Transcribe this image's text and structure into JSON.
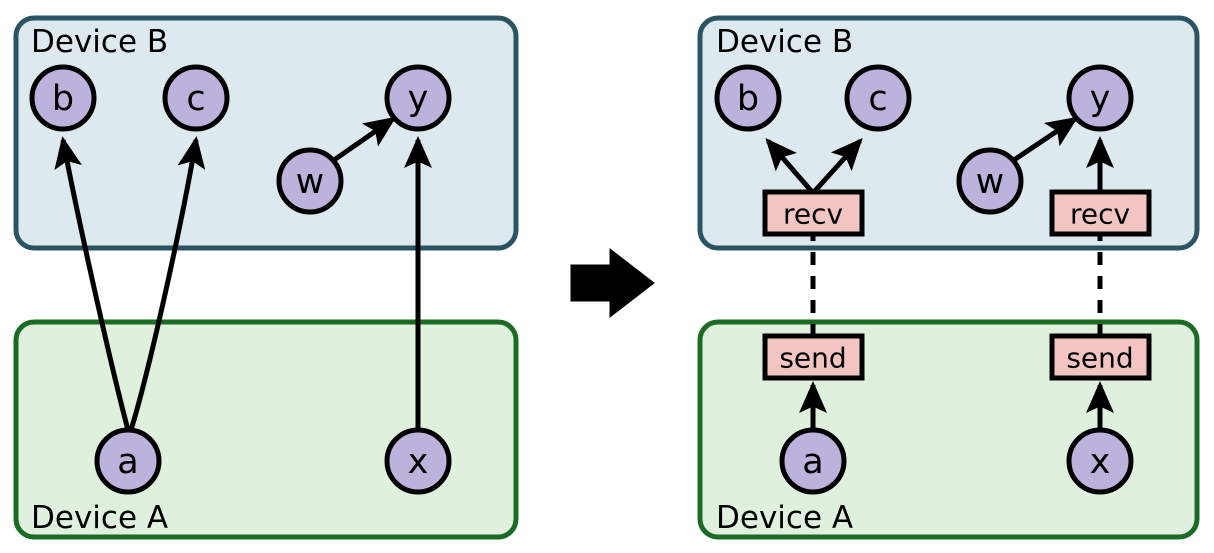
{
  "figure": {
    "title": "",
    "type": "diagram",
    "description": "Graph partitioning across two devices, before and after insertion of send/recv communication operators",
    "background_color": "#ffffff",
    "transition_arrow": {
      "name": "transforms-into-arrow",
      "direction": "right",
      "color": "#000000"
    }
  },
  "colors": {
    "device_b_fill": "#dde9ef",
    "device_b_stroke": "#2a5464",
    "device_a_fill": "#dff0df",
    "device_a_stroke": "#1b6b25",
    "node_fill": "#bcb3dd",
    "node_stroke": "#000000",
    "comm_fill": "#f2c5c3",
    "comm_stroke": "#000000",
    "edge_color": "#000000"
  },
  "panels": [
    {
      "id": "before",
      "name": "before-panel",
      "groups": [
        {
          "id": "device-b-left",
          "label": "Device B",
          "label_position": "top-left",
          "fill": "#dde9ef",
          "stroke": "#2a5464"
        },
        {
          "id": "device-a-left",
          "label": "Device A",
          "label_position": "bottom-left",
          "fill": "#dff0df",
          "stroke": "#1b6b25"
        }
      ],
      "nodes": [
        {
          "id": "b",
          "label": "b",
          "group": "device-b-left"
        },
        {
          "id": "c",
          "label": "c",
          "group": "device-b-left"
        },
        {
          "id": "y",
          "label": "y",
          "group": "device-b-left"
        },
        {
          "id": "w",
          "label": "w",
          "group": "device-b-left"
        },
        {
          "id": "a",
          "label": "a",
          "group": "device-a-left"
        },
        {
          "id": "x",
          "label": "x",
          "group": "device-a-left"
        }
      ],
      "edges": [
        {
          "from": "a",
          "to": "b",
          "style": "solid",
          "crosses_device": true
        },
        {
          "from": "a",
          "to": "c",
          "style": "solid",
          "crosses_device": true
        },
        {
          "from": "x",
          "to": "y",
          "style": "solid",
          "crosses_device": true
        },
        {
          "from": "w",
          "to": "y",
          "style": "solid",
          "crosses_device": false
        }
      ],
      "comm_ops": []
    },
    {
      "id": "after",
      "name": "after-panel",
      "groups": [
        {
          "id": "device-b-right",
          "label": "Device B",
          "label_position": "top-left",
          "fill": "#dde9ef",
          "stroke": "#2a5464"
        },
        {
          "id": "device-a-right",
          "label": "Device A",
          "label_position": "bottom-left",
          "fill": "#dff0df",
          "stroke": "#1b6b25"
        }
      ],
      "nodes": [
        {
          "id": "b2",
          "label": "b",
          "group": "device-b-right"
        },
        {
          "id": "c2",
          "label": "c",
          "group": "device-b-right"
        },
        {
          "id": "y2",
          "label": "y",
          "group": "device-b-right"
        },
        {
          "id": "w2",
          "label": "w",
          "group": "device-b-right"
        },
        {
          "id": "a2",
          "label": "a",
          "group": "device-a-right"
        },
        {
          "id": "x2",
          "label": "x",
          "group": "device-a-right"
        }
      ],
      "comm_ops": [
        {
          "id": "recv1",
          "label": "recv",
          "group": "device-b-right"
        },
        {
          "id": "recv2",
          "label": "recv",
          "group": "device-b-right"
        },
        {
          "id": "send1",
          "label": "send",
          "group": "device-a-right"
        },
        {
          "id": "send2",
          "label": "send",
          "group": "device-a-right"
        }
      ],
      "edges": [
        {
          "from": "a2",
          "to": "send1",
          "style": "solid"
        },
        {
          "from": "send1",
          "to": "recv1",
          "style": "dashed"
        },
        {
          "from": "recv1",
          "to": "b2",
          "style": "solid"
        },
        {
          "from": "recv1",
          "to": "c2",
          "style": "solid"
        },
        {
          "from": "x2",
          "to": "send2",
          "style": "solid"
        },
        {
          "from": "send2",
          "to": "recv2",
          "style": "dashed"
        },
        {
          "from": "recv2",
          "to": "y2",
          "style": "solid"
        },
        {
          "from": "w2",
          "to": "y2",
          "style": "solid"
        }
      ]
    }
  ]
}
